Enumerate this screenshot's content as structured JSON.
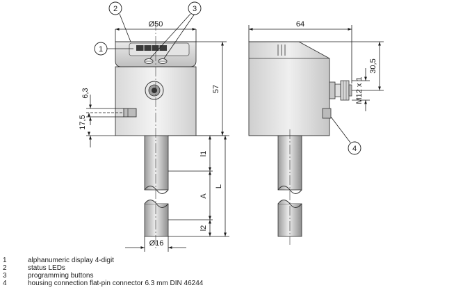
{
  "callouts": {
    "c1": "1",
    "c2": "2",
    "c3": "3",
    "c4": "4"
  },
  "dimensions": {
    "d50": "Ø50",
    "d64": "64",
    "d57": "57",
    "d63": "6,3",
    "d175": "17,5",
    "d305": "30,5",
    "m12": "M12 x 1",
    "l1": "l1",
    "a": "A",
    "l": "L",
    "l2": "l2",
    "d16": "Ø16"
  },
  "legend": [
    {
      "num": "1",
      "text": "alphanumeric display 4-digit"
    },
    {
      "num": "2",
      "text": "status LEDs"
    },
    {
      "num": "3",
      "text": "programming buttons"
    },
    {
      "num": "4",
      "text": "housing connection flat-pin connector 6.3 mm DIN 46244"
    }
  ]
}
